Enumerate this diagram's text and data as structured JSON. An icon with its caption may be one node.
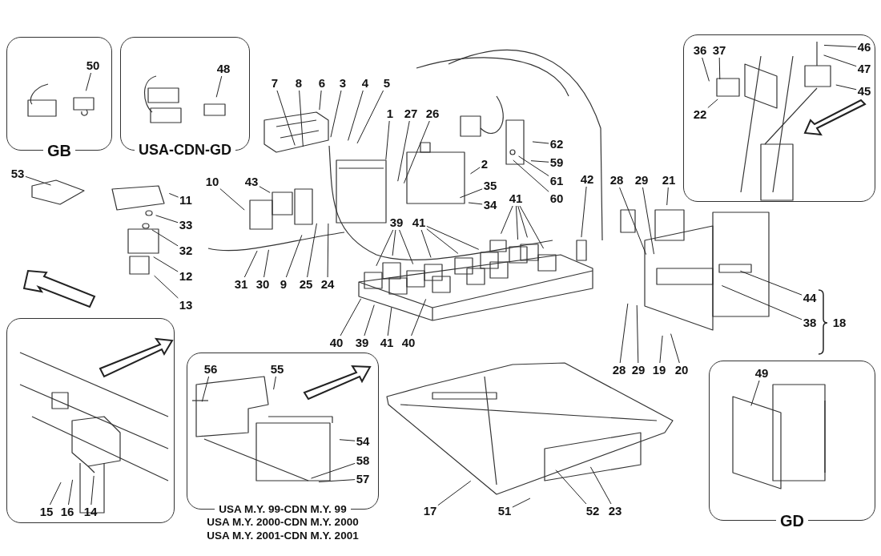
{
  "diagram": {
    "nodes": [
      {
        "text": [
          "GB"
        ]
      },
      {
        "text": [
          "50"
        ],
        "in": 0
      },
      {
        "text": [
          "USA-CDN-GD"
        ]
      },
      {
        "text": [
          "48"
        ],
        "in": 2
      },
      {
        "text": [
          "7"
        ]
      },
      {
        "text": [
          "8"
        ]
      },
      {
        "text": [
          "6"
        ]
      },
      {
        "text": [
          "3"
        ]
      },
      {
        "text": [
          "4"
        ]
      },
      {
        "text": [
          "5"
        ]
      },
      {
        "text": [
          "1"
        ]
      },
      {
        "text": [
          "27"
        ]
      },
      {
        "text": [
          "26"
        ]
      },
      {
        "text": [
          "62"
        ]
      },
      {
        "text": [
          "59"
        ]
      },
      {
        "text": [
          "61"
        ]
      },
      {
        "text": [
          "60"
        ]
      },
      {
        "text": [
          "2"
        ]
      },
      {
        "text": [
          "35"
        ]
      },
      {
        "text": [
          "34"
        ]
      },
      {
        "text": [],
        "shape": "box"
      },
      {
        "text": [
          "36"
        ],
        "in": 20
      },
      {
        "text": [
          "37"
        ],
        "in": 20
      },
      {
        "text": [
          "46"
        ],
        "in": 20
      },
      {
        "text": [
          "47"
        ],
        "in": 20
      },
      {
        "text": [
          "22"
        ],
        "in": 20
      },
      {
        "text": [
          "45"
        ],
        "in": 20
      },
      {
        "text": [
          "53"
        ]
      },
      {
        "text": [
          "11"
        ]
      },
      {
        "text": [
          "10"
        ]
      },
      {
        "text": [
          "43"
        ]
      },
      {
        "text": [
          "42"
        ]
      },
      {
        "text": [
          "28"
        ]
      },
      {
        "text": [
          "29"
        ]
      },
      {
        "text": [
          "21"
        ]
      },
      {
        "text": [
          "33"
        ]
      },
      {
        "text": [
          "39"
        ]
      },
      {
        "text": [
          "41"
        ]
      },
      {
        "text": [
          "41"
        ]
      },
      {
        "text": [
          "32"
        ]
      },
      {
        "text": [
          "12"
        ]
      },
      {
        "text": [
          "31"
        ]
      },
      {
        "text": [
          "30"
        ]
      },
      {
        "text": [
          "9"
        ]
      },
      {
        "text": [
          "25"
        ]
      },
      {
        "text": [
          "24"
        ]
      },
      {
        "text": [
          "44"
        ]
      },
      {
        "text": [
          "13"
        ]
      },
      {
        "text": [
          "38"
        ]
      },
      {
        "text": [
          "40"
        ]
      },
      {
        "text": [
          "39"
        ]
      },
      {
        "text": [
          "41"
        ]
      },
      {
        "text": [
          "40"
        ]
      },
      {
        "text": [
          "28"
        ]
      },
      {
        "text": [
          "29"
        ]
      },
      {
        "text": [
          "19"
        ]
      },
      {
        "text": [
          "20"
        ]
      },
      {
        "text": [],
        "shape": "box"
      },
      {
        "text": [
          "USA M.Y. 99-CDN M.Y. 99",
          "USA M.Y. 2000-CDN M.Y. 2000",
          "USA M.Y. 2001-CDN M.Y. 2001"
        ]
      },
      {
        "text": [
          "56"
        ],
        "in": 58
      },
      {
        "text": [
          "55"
        ],
        "in": 58
      },
      {
        "text": [
          "54"
        ],
        "in": 58
      },
      {
        "text": [
          "58"
        ],
        "in": 58
      },
      {
        "text": [
          "57"
        ],
        "in": 58
      },
      {
        "text": [
          "GD"
        ]
      },
      {
        "text": [
          "49"
        ],
        "in": 64
      },
      {
        "text": [
          "15"
        ],
        "in": 57
      },
      {
        "text": [
          "16"
        ],
        "in": 57
      },
      {
        "text": [
          "14"
        ],
        "in": 57
      },
      {
        "text": [
          "17"
        ]
      },
      {
        "text": [
          "51"
        ]
      },
      {
        "text": [
          "52"
        ]
      },
      {
        "text": [
          "23"
        ]
      }
    ],
    "edges": [
      {
        "from": 1,
        "to": null,
        "arrow": "none"
      },
      {
        "from": 3,
        "to": null,
        "arrow": "none"
      },
      {
        "from": 4,
        "to": null,
        "arrow": "none"
      },
      {
        "from": 5,
        "to": null,
        "arrow": "none"
      },
      {
        "from": 6,
        "to": null,
        "arrow": "none"
      },
      {
        "from": 7,
        "to": null,
        "arrow": "none"
      },
      {
        "from": 8,
        "to": null,
        "arrow": "none"
      },
      {
        "from": 9,
        "to": null,
        "arrow": "none"
      },
      {
        "from": 10,
        "to": null,
        "arrow": "none"
      },
      {
        "from": 11,
        "to": null,
        "arrow": "none"
      },
      {
        "from": 12,
        "to": null,
        "arrow": "none"
      },
      {
        "from": 13,
        "to": null,
        "arrow": "none"
      },
      {
        "from": 14,
        "to": null,
        "arrow": "none"
      },
      {
        "from": 15,
        "to": null,
        "arrow": "none"
      },
      {
        "from": 16,
        "to": null,
        "arrow": "none"
      },
      {
        "from": 17,
        "to": null,
        "arrow": "none"
      },
      {
        "from": 18,
        "to": null,
        "arrow": "none"
      },
      {
        "from": 19,
        "to": null,
        "arrow": "none"
      },
      {
        "from": 21,
        "to": null,
        "arrow": "none"
      },
      {
        "from": 22,
        "to": null,
        "arrow": "none"
      },
      {
        "from": 23,
        "to": null,
        "arrow": "none"
      },
      {
        "from": 24,
        "to": null,
        "arrow": "none"
      },
      {
        "from": 25,
        "to": null,
        "arrow": "none"
      },
      {
        "from": 26,
        "to": null,
        "arrow": "none"
      },
      {
        "from": 27,
        "to": null,
        "arrow": "none"
      },
      {
        "from": 28,
        "to": null,
        "arrow": "none"
      },
      {
        "from": 29,
        "to": null,
        "arrow": "none"
      },
      {
        "from": 30,
        "to": null,
        "arrow": "none"
      },
      {
        "from": 31,
        "to": null,
        "arrow": "none"
      },
      {
        "from": 32,
        "to": null,
        "arrow": "none"
      },
      {
        "from": 33,
        "to": null,
        "arrow": "none"
      },
      {
        "from": 34,
        "to": null,
        "arrow": "none"
      },
      {
        "from": 35,
        "to": null,
        "arrow": "none"
      },
      {
        "from": 36,
        "to": null,
        "arrow": "none"
      },
      {
        "from": 36,
        "to": null,
        "arrow": "none"
      },
      {
        "from": 36,
        "to": null,
        "arrow": "none"
      },
      {
        "from": 37,
        "to": null,
        "arrow": "none"
      },
      {
        "from": 37,
        "to": null,
        "arrow": "none"
      },
      {
        "from": 37,
        "to": null,
        "arrow": "none"
      },
      {
        "from": 38,
        "to": null,
        "arrow": "none"
      },
      {
        "from": 38,
        "to": null,
        "arrow": "none"
      },
      {
        "from": 38,
        "to": null,
        "arrow": "none"
      },
      {
        "from": 38,
        "to": null,
        "arrow": "none"
      },
      {
        "from": 39,
        "to": null,
        "arrow": "none"
      },
      {
        "from": 40,
        "to": null,
        "arrow": "none"
      },
      {
        "from": 41,
        "to": null,
        "arrow": "none"
      },
      {
        "from": 42,
        "to": null,
        "arrow": "none"
      },
      {
        "from": 43,
        "to": null,
        "arrow": "none"
      },
      {
        "from": 44,
        "to": null,
        "arrow": "none"
      },
      {
        "from": 45,
        "to": null,
        "arrow": "none"
      },
      {
        "from": 46,
        "to": null,
        "arrow": "none"
      },
      {
        "from": 47,
        "to": null,
        "arrow": "none"
      },
      {
        "from": 48,
        "to": null,
        "arrow": "none"
      },
      {
        "from": 49,
        "to": null,
        "arrow": "none"
      },
      {
        "from": 50,
        "to": null,
        "arrow": "none"
      },
      {
        "from": 51,
        "to": null,
        "arrow": "none"
      },
      {
        "from": 52,
        "to": null,
        "arrow": "none"
      },
      {
        "from": 53,
        "to": null,
        "arrow": "none"
      },
      {
        "from": 54,
        "to": null,
        "arrow": "none"
      },
      {
        "from": 55,
        "to": null,
        "arrow": "none"
      },
      {
        "from": 56,
        "to": null,
        "arrow": "none"
      },
      {
        "from": 59,
        "to": null,
        "arrow": "none"
      },
      {
        "from": 60,
        "to": null,
        "arrow": "none"
      },
      {
        "from": 61,
        "to": null,
        "arrow": "none"
      },
      {
        "from": 62,
        "to": null,
        "arrow": "none"
      },
      {
        "from": 63,
        "to": null,
        "arrow": "none"
      },
      {
        "from": 65,
        "to": null,
        "arrow": "none"
      },
      {
        "from": 66,
        "to": null,
        "arrow": "none"
      },
      {
        "from": 67,
        "to": null,
        "arrow": "none"
      },
      {
        "from": 68,
        "to": null,
        "arrow": "none"
      },
      {
        "from": 69,
        "to": null,
        "arrow": "none"
      },
      {
        "from": 70,
        "to": null,
        "arrow": "none"
      },
      {
        "from": 71,
        "to": null,
        "arrow": "none"
      },
      {
        "from": 72,
        "to": null,
        "arrow": "none"
      }
    ],
    "labels": [
      "18"
    ]
  }
}
